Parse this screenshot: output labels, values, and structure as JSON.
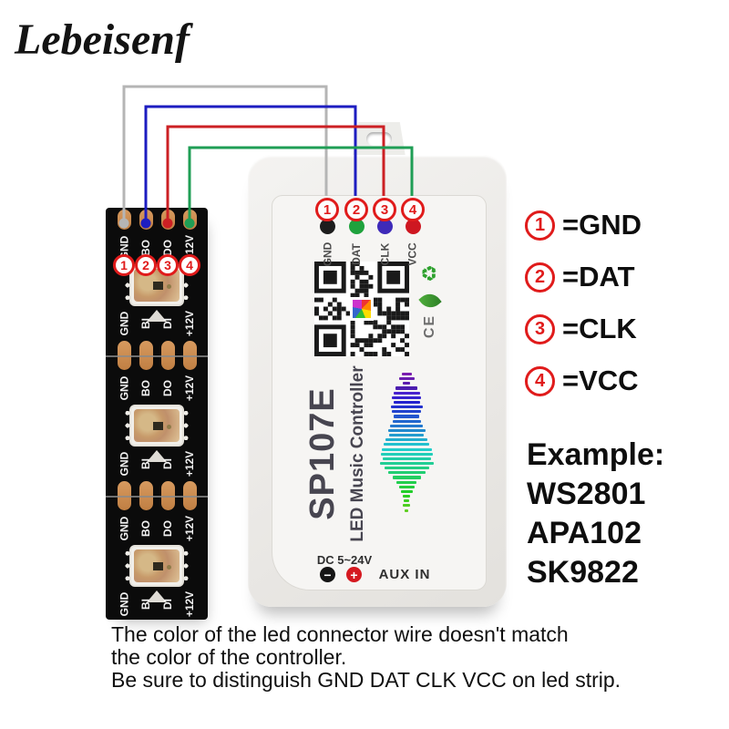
{
  "logo": "Lebeisenf",
  "led_strip": {
    "out_labels": [
      "GND",
      "BO",
      "DO",
      "+12V"
    ],
    "in_labels": [
      "GND",
      "BI",
      "DI",
      "+12V"
    ],
    "wire_numbers": [
      "1",
      "2",
      "3",
      "4"
    ]
  },
  "wires": [
    {
      "name": "wire-1-gnd",
      "color": "#b5b5b5"
    },
    {
      "name": "wire-2-dat",
      "color": "#1d1dc0"
    },
    {
      "name": "wire-3-clk",
      "color": "#cc2024"
    },
    {
      "name": "wire-4-vcc",
      "color": "#1f9e55"
    }
  ],
  "controller": {
    "pins": [
      {
        "number": "1",
        "label": "GND",
        "dot_color": "#1d1d1d"
      },
      {
        "number": "2",
        "label": "DAT",
        "dot_color": "#1fa23d"
      },
      {
        "number": "3",
        "label": "CLK",
        "dot_color": "#3e2ab9"
      },
      {
        "number": "4",
        "label": "VCC",
        "dot_color": "#ce1721"
      }
    ],
    "model": "SP107E",
    "product_name": "LED Music Controller",
    "power_label": "DC 5~24V",
    "aux_label": "AUX IN",
    "ce_mark": "CE",
    "recycle_icon": "♻"
  },
  "legend": [
    {
      "number": "1",
      "label": "=GND"
    },
    {
      "number": "2",
      "label": "=DAT"
    },
    {
      "number": "3",
      "label": "=CLK"
    },
    {
      "number": "4",
      "label": "=VCC"
    }
  ],
  "example": {
    "title": "Example:",
    "chips": [
      "WS2801",
      "APA102",
      "SK9822"
    ]
  },
  "footer_lines": [
    "The color of the led connector wire doesn't match",
    "the color of the controller.",
    "Be sure to distinguish GND DAT CLK VCC on led strip."
  ]
}
